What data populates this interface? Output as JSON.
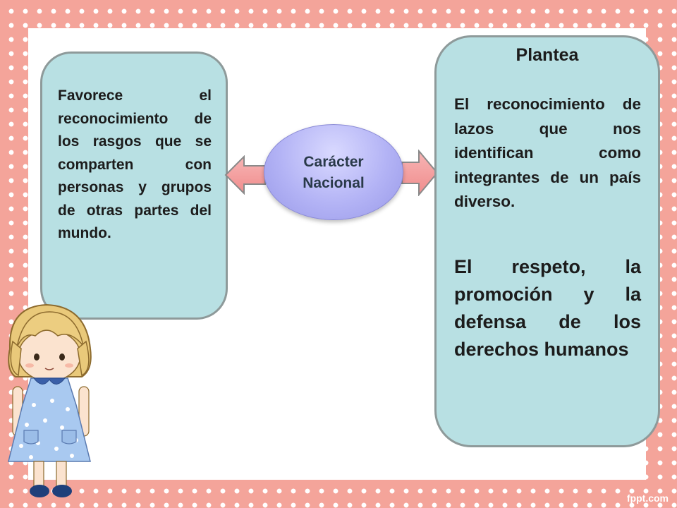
{
  "left_box": {
    "text": "Favorece el reconocimiento de los rasgos que se comparten con personas y grupos de otras partes del mundo."
  },
  "center_node": {
    "line1": "Carácter",
    "line2": "Nacional"
  },
  "right_box": {
    "title": "Plantea",
    "paragraph1": "El reconocimiento de lazos que nos identifican como integrantes de un país diverso.",
    "paragraph2": "El respeto, la promoción y la defensa de los derechos humanos"
  },
  "watermark": "fppt.com",
  "colors": {
    "background_pink": "#f4a49a",
    "box_fill": "#b8e0e3",
    "node_fill": "#b3b3f5",
    "arrow_fill": "#f5a0a0"
  }
}
